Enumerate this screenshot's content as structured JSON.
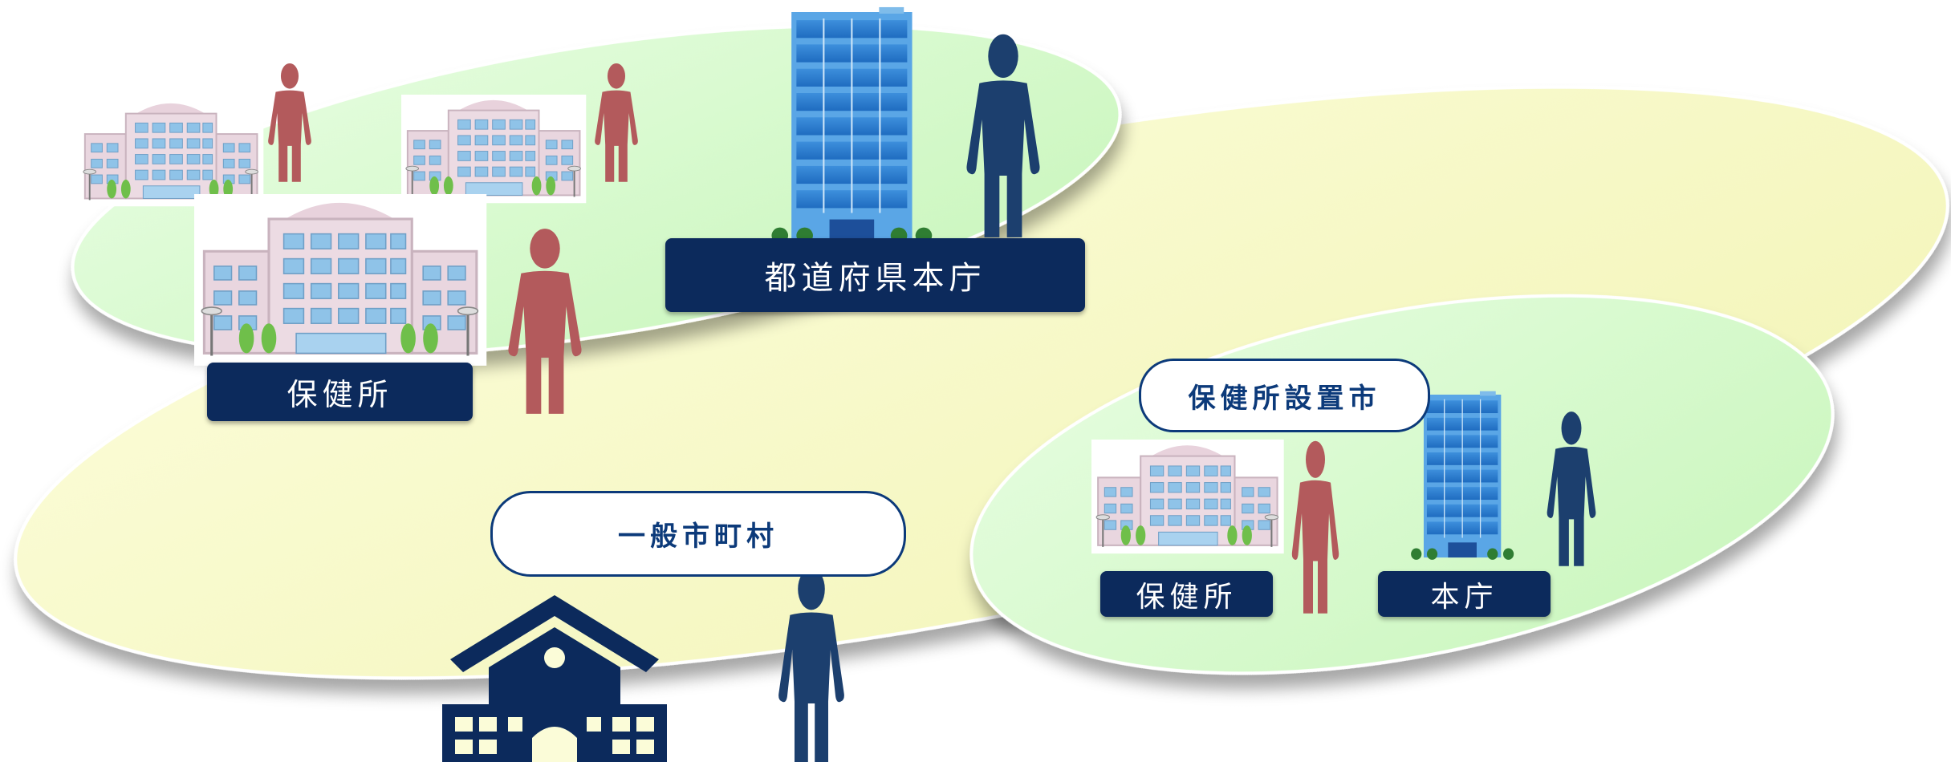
{
  "labels": {
    "prefectural_office": "都道府県本庁",
    "health_center_prefecture": "保健所",
    "designated_city": "保健所設置市",
    "health_center_city": "保健所",
    "city_main_office": "本庁",
    "general_municipality": "一般市町村"
  },
  "colors": {
    "outer_ellipse": "#f8f9c6",
    "prefecture_ellipse": "#d6fbc9",
    "city_ellipse": "#d6fbc9",
    "label_navy": "#0c2a5c",
    "staff_red": "#b35a5c",
    "staff_navy": "#1c3f6e"
  }
}
